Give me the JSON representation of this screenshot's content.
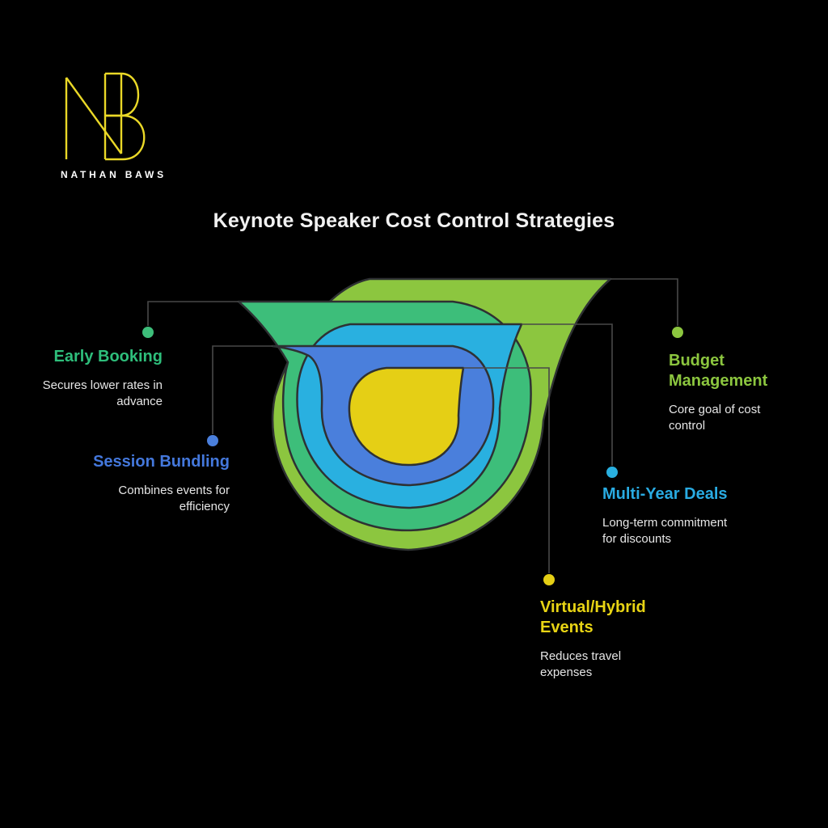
{
  "brand": {
    "monogram": "NB",
    "name": "NATHAN BAWS"
  },
  "title": "Keynote Speaker Cost Control Strategies",
  "diagram": {
    "type": "onion-layer-infographic",
    "layers": [
      {
        "rank": 1,
        "position": "outermost",
        "label": "Budget Management",
        "color": "#8cc63f",
        "tail_direction": "right"
      },
      {
        "rank": 2,
        "position": "second",
        "label": "Early Booking",
        "color": "#3dbe7a",
        "tail_direction": "left"
      },
      {
        "rank": 3,
        "position": "third",
        "label": "Multi-Year Deals",
        "color": "#29b0e0",
        "tail_direction": "right"
      },
      {
        "rank": 4,
        "position": "fourth",
        "label": "Session Bundling",
        "color": "#4a7fdc",
        "tail_direction": "left"
      },
      {
        "rank": 5,
        "position": "innermost",
        "label": "Virtual/Hybrid Events",
        "color": "#e5cf15",
        "tail_direction": "right"
      }
    ]
  },
  "callouts": {
    "early_booking": {
      "title": "Early Booking",
      "description": "Secures lower rates in advance",
      "color": "#2ebe7b"
    },
    "session_bundling": {
      "title": "Session Bundling",
      "description": "Combines events for efficiency",
      "color": "#4478dc"
    },
    "budget_management": {
      "title": "Budget Management",
      "description": "Core goal of cost control",
      "color": "#8cc63f"
    },
    "multi_year_deals": {
      "title": "Multi-Year Deals",
      "description": "Long-term commitment for discounts",
      "color": "#29abe2"
    },
    "virtual_hybrid_events": {
      "title": "Virtual/Hybrid Events",
      "description": "Reduces travel expenses",
      "color": "#e8d414"
    }
  },
  "colors": {
    "background": "#000000",
    "title_text": "#f1f1f1",
    "description_text": "#e6e6e6",
    "brand_text": "#ffffff",
    "logo_yellow": "#ead827",
    "shape_outline": "#2e3133",
    "leader_line": "#484848",
    "layer_budget": "#8cc63f",
    "layer_early": "#3dbe7a",
    "layer_multiyear": "#29b0e0",
    "layer_session": "#4a7fdc",
    "layer_virtual": "#e5cf15"
  }
}
